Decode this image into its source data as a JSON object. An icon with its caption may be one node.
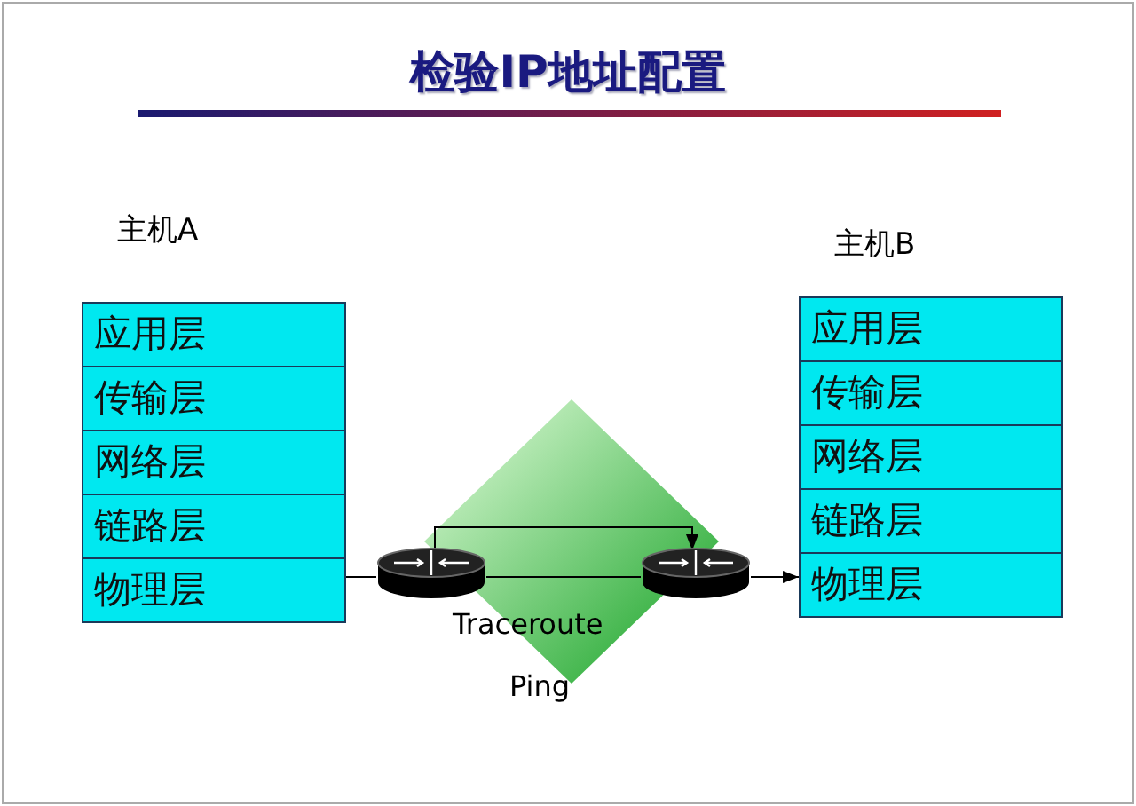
{
  "diagram": {
    "title": "检验IP地址配置",
    "nodes": [
      {
        "text": [
          "主机A"
        ]
      },
      {
        "text": [
          "应用层"
        ],
        "in": 0
      },
      {
        "text": [
          "传输层"
        ],
        "in": 0
      },
      {
        "text": [
          "网络层"
        ],
        "in": 0
      },
      {
        "text": [
          "链路层"
        ],
        "in": 0
      },
      {
        "text": [
          "物理层"
        ],
        "in": 0
      },
      {
        "text": [
          "主机B"
        ]
      },
      {
        "text": [
          "应用层"
        ],
        "in": 6
      },
      {
        "text": [
          "传输层"
        ],
        "in": 6
      },
      {
        "text": [
          "网络层"
        ],
        "in": 6
      },
      {
        "text": [
          "链路层"
        ],
        "in": 6
      },
      {
        "text": [
          "物理层"
        ],
        "in": 6
      },
      {
        "text": [],
        "shape": "cylinder"
      },
      {
        "text": [],
        "shape": "cylinder"
      }
    ],
    "edges": [
      {
        "from": 5,
        "to": 12,
        "arrow": "none"
      },
      {
        "from": 12,
        "to": 13,
        "arrow": "none"
      },
      {
        "from": 12,
        "to": 13,
        "arrow": "to"
      },
      {
        "from": 13,
        "to": 11,
        "arrow": "to"
      }
    ],
    "labels": [
      "Traceroute",
      "Ping"
    ]
  }
}
